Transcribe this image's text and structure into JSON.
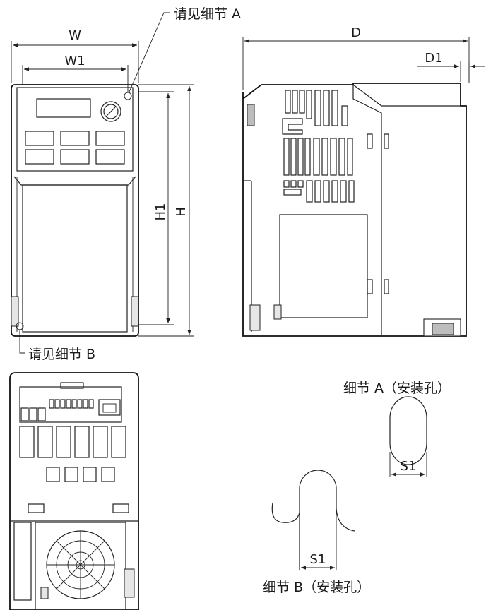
{
  "callouts": {
    "detail_a_ref": "请见细节 A",
    "detail_b_ref": "请见细节 B"
  },
  "dimensions": {
    "w": "W",
    "w1": "W1",
    "h": "H",
    "h1": "H1",
    "d": "D",
    "d1": "D1",
    "s1_a": "S1",
    "s1_b": "S1"
  },
  "details": {
    "a_caption": "细节 A（安装孔）",
    "b_caption": "细节 B（安装孔）"
  }
}
